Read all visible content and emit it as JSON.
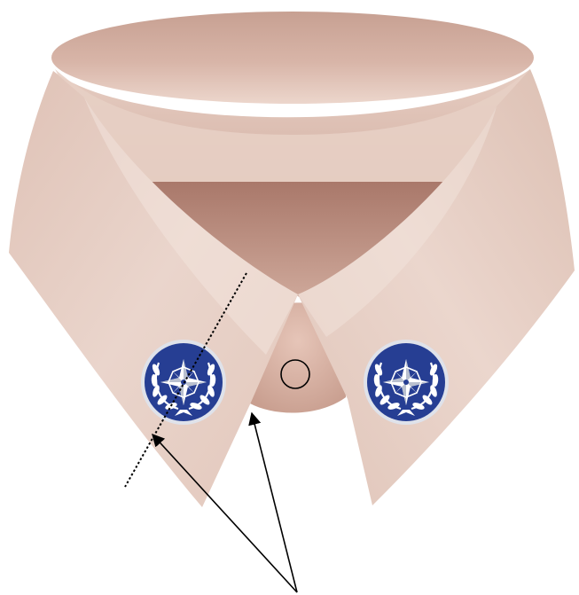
{
  "figure": {
    "subject": "shirt-collar",
    "colors": {
      "fabric": "#e8cec4",
      "fabric_shadow": "#c9a193",
      "fabric_highlight": "#f1e0d8",
      "interior": "#b98a7c",
      "badge_ring": "#d9dde6",
      "badge_blue": "#263e93",
      "badge_emblem": "#ffffff",
      "line": "#000000"
    },
    "badges": [
      {
        "name": "left-collar-badge",
        "icon": "compass-star-laurel-icon"
      },
      {
        "name": "right-collar-badge",
        "icon": "compass-star-laurel-icon"
      }
    ],
    "annotations": {
      "fold_line": "dotted-line",
      "pointer_arrows": 2,
      "button_marker": "circle"
    }
  }
}
